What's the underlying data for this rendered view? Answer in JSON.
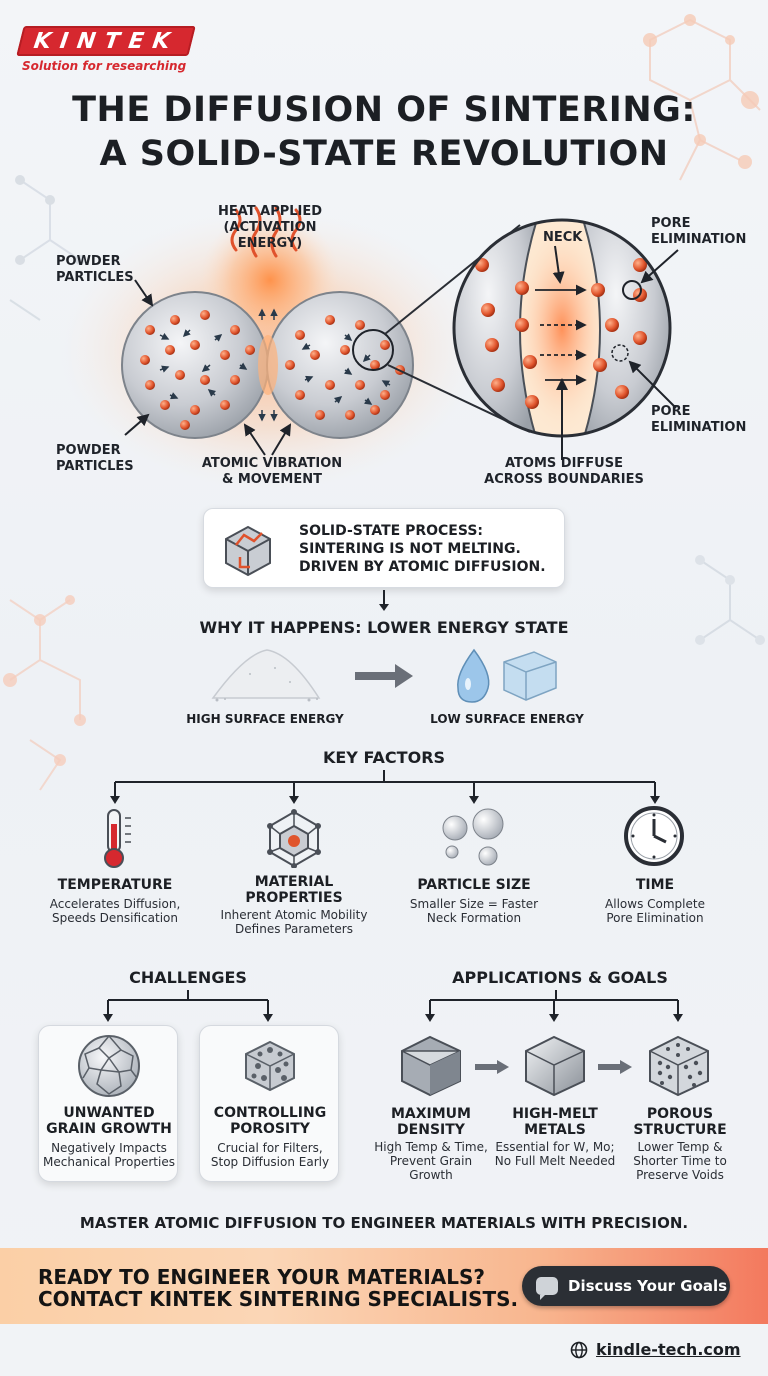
{
  "brand": {
    "logo_text": "KINTEK",
    "tagline": "Solution for researching",
    "primary_color": "#d6282f"
  },
  "title": {
    "line1": "THE DIFFUSION OF SINTERING:",
    "line2": "A SOLID-STATE REVOLUTION"
  },
  "diagram": {
    "heat_label_1": "HEAT APPLIED",
    "heat_label_2": "(ACTIVATION ENERGY)",
    "powder_top_1": "POWDER",
    "powder_top_2": "PARTICLES",
    "powder_bottom_1": "POWDER",
    "powder_bottom_2": "PARTICLES",
    "vibration_1": "ATOMIC VIBRATION",
    "vibration_2": "& MOVEMENT",
    "neck": "NECK",
    "pore_top_1": "PORE",
    "pore_top_2": "ELIMINATION",
    "pore_bottom_1": "PORE",
    "pore_bottom_2": "ELIMINATION",
    "diffuse_1": "ATOMS DIFFUSE",
    "diffuse_2": "ACROSS BOUNDARIES"
  },
  "solid_state": {
    "line1": "SOLID-STATE PROCESS:",
    "line2": "SINTERING IS NOT MELTING.",
    "line3": "DRIVEN BY ATOMIC DIFFUSION."
  },
  "why": {
    "heading": "WHY IT HAPPENS: LOWER ENERGY STATE",
    "high": "HIGH SURFACE ENERGY",
    "low": "LOW SURFACE ENERGY"
  },
  "key_factors": {
    "heading": "KEY FACTORS",
    "items": [
      {
        "title_1": "TEMPERATURE",
        "title_2": "",
        "desc_1": "Accelerates Diffusion,",
        "desc_2": "Speeds Densification",
        "icon": "thermometer-icon"
      },
      {
        "title_1": "MATERIAL",
        "title_2": "PROPERTIES",
        "desc_1": "Inherent Atomic Mobility",
        "desc_2": "Defines Parameters",
        "icon": "crystal-lattice-icon"
      },
      {
        "title_1": "PARTICLE SIZE",
        "title_2": "",
        "desc_1": "Smaller Size = Faster",
        "desc_2": "Neck Formation",
        "icon": "spheres-icon"
      },
      {
        "title_1": "TIME",
        "title_2": "",
        "desc_1": "Allows Complete",
        "desc_2": "Pore Elimination",
        "icon": "clock-icon"
      }
    ]
  },
  "challenges": {
    "heading": "CHALLENGES",
    "items": [
      {
        "title_1": "UNWANTED",
        "title_2": "GRAIN GROWTH",
        "desc_1": "Negatively Impacts",
        "desc_2": "Mechanical Properties",
        "icon": "grain-sphere-icon"
      },
      {
        "title_1": "CONTROLLING",
        "title_2": "POROSITY",
        "desc_1": "Crucial for Filters,",
        "desc_2": "Stop Diffusion Early",
        "icon": "porous-block-icon"
      }
    ]
  },
  "applications": {
    "heading": "APPLICATIONS & GOALS",
    "items": [
      {
        "title_1": "MAXIMUM",
        "title_2": "DENSITY",
        "desc_1": "High Temp & Time,",
        "desc_2": "Prevent Grain",
        "desc_3": "Growth",
        "icon": "dense-cube-icon"
      },
      {
        "title_1": "HIGH-MELT",
        "title_2": "METALS",
        "desc_1": "Essential for W, Mo;",
        "desc_2": "No Full Melt Needed",
        "desc_3": "",
        "icon": "metal-cube-icon"
      },
      {
        "title_1": "POROUS",
        "title_2": "STRUCTURE",
        "desc_1": "Lower Temp &",
        "desc_2": "Shorter Time to",
        "desc_3": "Preserve Voids",
        "icon": "porous-cube-icon"
      }
    ]
  },
  "master": "MASTER ATOMIC DIFFUSION TO ENGINEER MATERIALS WITH PRECISION.",
  "cta": {
    "line1": "READY TO ENGINEER YOUR MATERIALS?",
    "line2": "CONTACT KINTEK SINTERING SPECIALISTS.",
    "button": "Discuss Your Goals",
    "website": "kindle-tech.com"
  }
}
